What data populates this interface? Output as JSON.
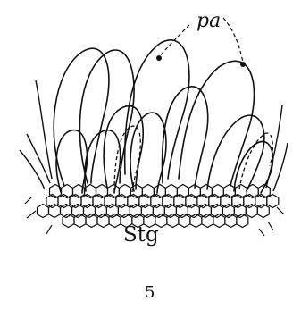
{
  "figure": {
    "label_pa": "pa",
    "label_stg": "Stg",
    "figure_number": "5"
  }
}
